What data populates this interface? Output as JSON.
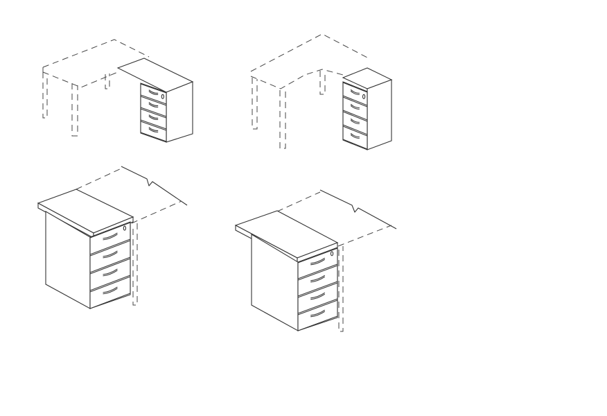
{
  "colors": {
    "line": "#333333",
    "background": "#ffffff"
  },
  "figures": [
    {
      "kind": "L-shaped desk with 4-drawer pedestal"
    },
    {
      "kind": "corner desk with 4-drawer pedestal"
    },
    {
      "kind": "4-drawer pedestal under desk top, left"
    },
    {
      "kind": "4-drawer pedestal under desk top, right"
    }
  ]
}
